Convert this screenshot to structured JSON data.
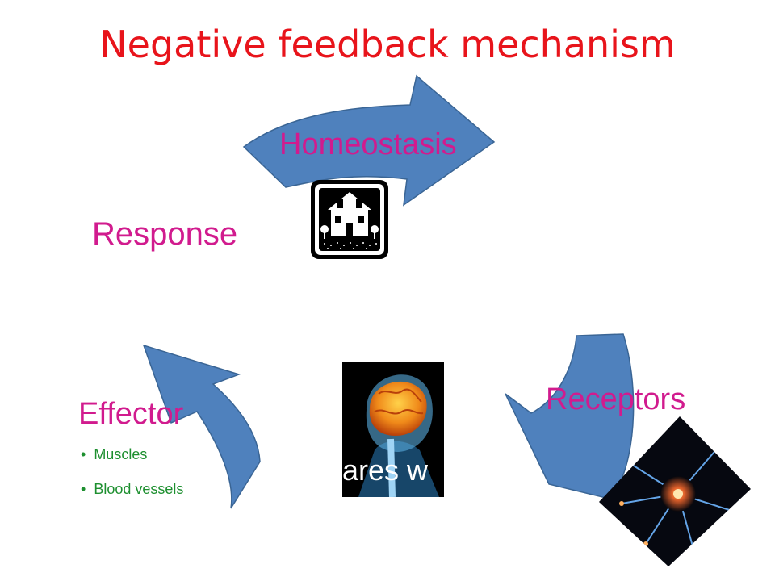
{
  "title": "Negative feedback mechanism",
  "labels": {
    "homeostasis": "Homeostasis",
    "response": "Response",
    "receptors": "Receptors",
    "effector": "Effector",
    "brain_caption": "pares w"
  },
  "effector_items": [
    "Muscles",
    "Blood vessels"
  ],
  "colors": {
    "title": "#e8141b",
    "labels": "#d11b8e",
    "list": "#1d8f2f",
    "arrow_fill": "#4f81bd",
    "arrow_stroke": "#3a6595"
  },
  "icons": {
    "house": "house-icon",
    "brain": "brain-image",
    "neuron": "neuron-image"
  }
}
